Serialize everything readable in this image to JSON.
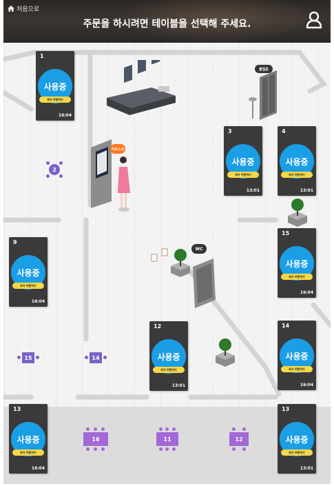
{
  "header": {
    "home_label": "처음으로",
    "title": "주문을 하시려면 테이블을 선택해 주세요."
  },
  "labels": {
    "exit": "출입문",
    "kiosk": "키오스크",
    "wc": "WC"
  },
  "status_color": "#1a9ee5",
  "tables": [
    {
      "number": "1",
      "status": "사용중",
      "order_button": "추가 주문하기",
      "time": "16:04"
    },
    {
      "number": "3",
      "status": "사용중",
      "order_button": "추가 주문하기",
      "time": "13:01"
    },
    {
      "number": "4",
      "status": "사용중",
      "order_button": "추가 주문하기",
      "time": "13:01"
    },
    {
      "number": "9",
      "status": "사용중",
      "order_button": "추가 주문하기",
      "time": "16:04"
    },
    {
      "number": "15",
      "status": "사용중",
      "order_button": "추가 주문하기",
      "time": "16:04"
    },
    {
      "number": "12",
      "status": "사용중",
      "order_button": "추가 주문하기",
      "time": "13:01"
    },
    {
      "number": "14",
      "status": "사용중",
      "order_button": "추가 주문하기",
      "time": "16:04"
    },
    {
      "number": "13",
      "status": "사용중",
      "order_button": "추가 주문하기",
      "time": "16:04"
    },
    {
      "number": "13",
      "status": "사용중",
      "order_button": "추가 주문하기",
      "time": "13:01"
    }
  ],
  "small_tables": [
    {
      "number": "2"
    },
    {
      "number": "15"
    },
    {
      "number": "14"
    },
    {
      "number": "16"
    },
    {
      "number": "11"
    },
    {
      "number": "12"
    }
  ]
}
